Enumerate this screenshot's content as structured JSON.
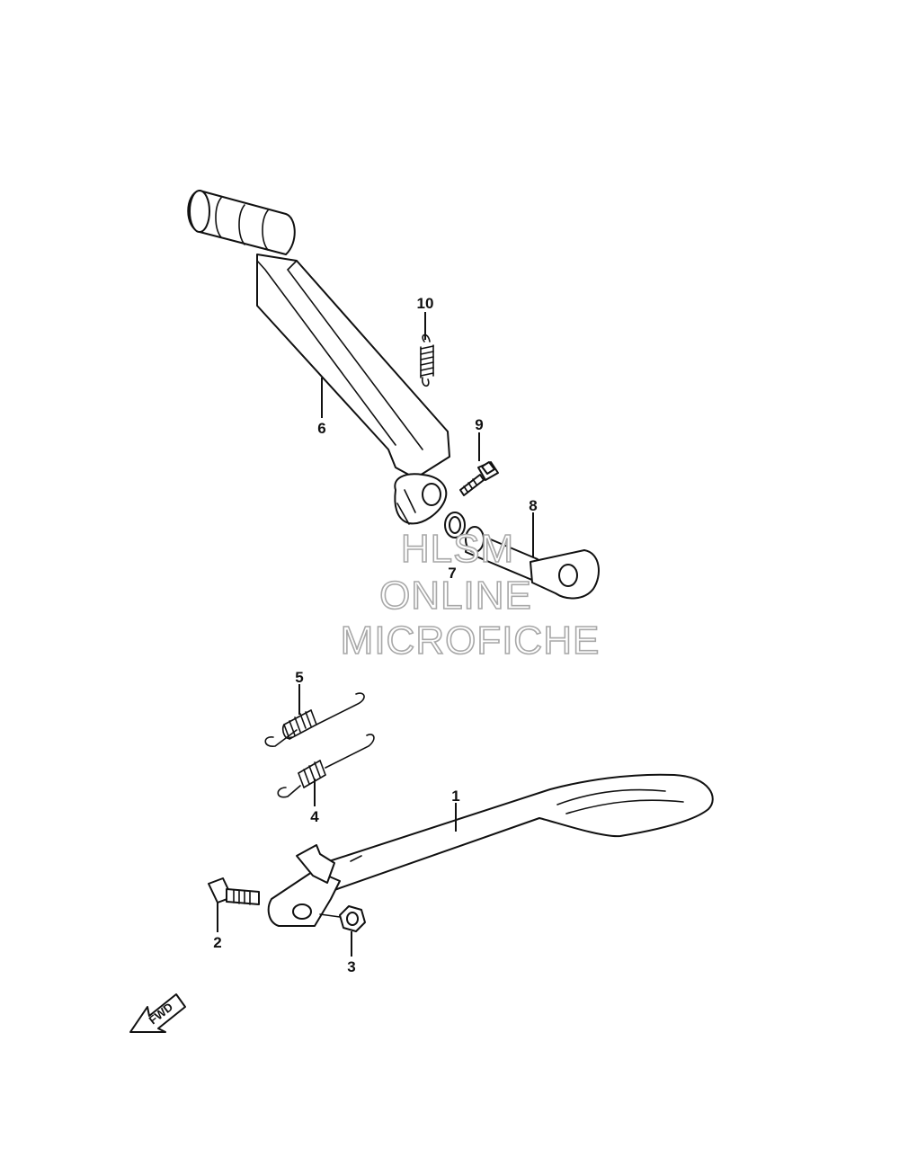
{
  "callouts": {
    "p1": "1",
    "p2": "2",
    "p3": "3",
    "p4": "4",
    "p5": "5",
    "p6": "6",
    "p7": "7",
    "p8": "8",
    "p9": "9",
    "p10": "10"
  },
  "watermark": {
    "line1": "HLSM",
    "line2": "ONLINE",
    "line3": "MICROFICHE"
  },
  "direction_arrow": {
    "label": "FWD"
  }
}
